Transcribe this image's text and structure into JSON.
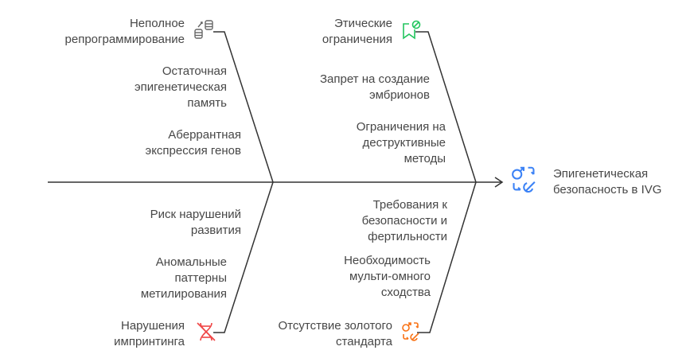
{
  "effect": {
    "label": "Эпигенетическая\nбезопасность в IVG",
    "color": "#3b82f6"
  },
  "categories": [
    {
      "name": "Неполное\nрепрограммирование",
      "icon": "database-transfer-icon",
      "color": "#666666",
      "causes": [
        "Остаточная\nэпигенетическая\nпамять",
        "Аберрантная\nэкспрессия генов"
      ]
    },
    {
      "name": "Этические\nограничения",
      "icon": "bookmark-ban-icon",
      "color": "#22c55e",
      "causes": [
        "Запрет на создание\nэмбрионов",
        "Ограничения на\nдеструктивные\nметоды"
      ]
    },
    {
      "name": "Нарушения\nимпринтинга",
      "icon": "dna-off-icon",
      "color": "#ef4444",
      "causes": [
        "Риск нарушений\nразвития",
        "Аномальные\nпаттерны\nметилирования"
      ]
    },
    {
      "name": "Отсутствие золотого\nстандарта",
      "icon": "gender-swap-icon",
      "color": "#f97316",
      "causes": [
        "Требования к\nбезопасности и\nфертильности",
        "Необходимость\nмульти-омного\nсходства"
      ]
    }
  ]
}
